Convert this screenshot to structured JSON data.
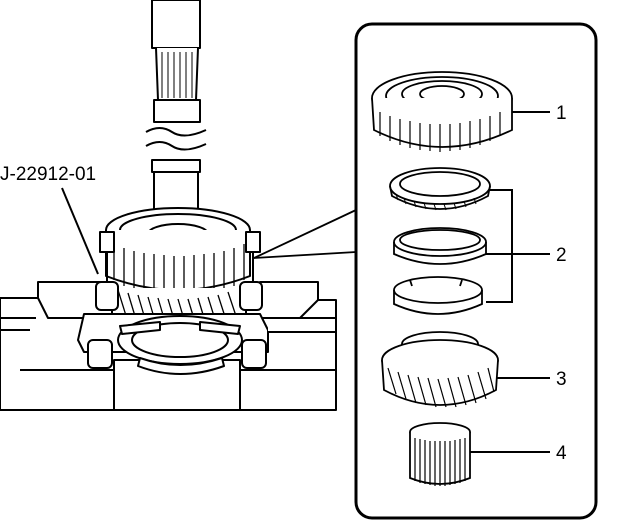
{
  "diagram": {
    "tool_label": "J-22912-01",
    "callouts": [
      {
        "number": "1"
      },
      {
        "number": "2"
      },
      {
        "number": "3"
      },
      {
        "number": "4"
      }
    ]
  }
}
